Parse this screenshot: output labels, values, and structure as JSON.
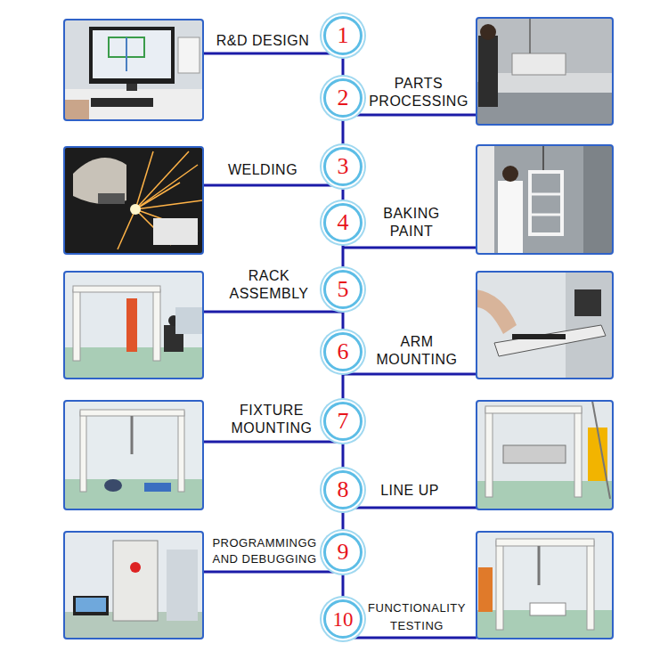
{
  "diagram": {
    "nodes": [
      {
        "text": [
          "1"
        ]
      },
      {
        "text": [
          "2"
        ]
      },
      {
        "text": [
          "3"
        ]
      },
      {
        "text": [
          "4"
        ]
      },
      {
        "text": [
          "5"
        ]
      },
      {
        "text": [
          "6"
        ]
      },
      {
        "text": [
          "7"
        ]
      },
      {
        "text": [
          "8"
        ]
      },
      {
        "text": [
          "9"
        ]
      },
      {
        "text": [
          "10"
        ]
      }
    ],
    "edges": [
      {
        "from": 0,
        "to": 1,
        "arrow": "none"
      },
      {
        "from": 1,
        "to": 2,
        "arrow": "none"
      },
      {
        "from": 2,
        "to": 3,
        "arrow": "none"
      },
      {
        "from": 3,
        "to": 4,
        "arrow": "none"
      },
      {
        "from": 4,
        "to": 5,
        "arrow": "none"
      },
      {
        "from": 5,
        "to": 6,
        "arrow": "none"
      },
      {
        "from": 6,
        "to": 7,
        "arrow": "none"
      },
      {
        "from": 7,
        "to": 8,
        "arrow": "none"
      },
      {
        "from": 8,
        "to": 9,
        "arrow": "none"
      }
    ],
    "labels": [
      "R&D DESIGN",
      "PARTS PROCESSING",
      "WELDING",
      "BAKING PAINT",
      "RACK ASSEMBLY",
      "ARM MOUNTING",
      "FIXTURE MOUNTING",
      "LINE UP",
      "PROGRAMMINGG AND DEBUGGING",
      "FUNCTIONALITY TESTING"
    ]
  }
}
